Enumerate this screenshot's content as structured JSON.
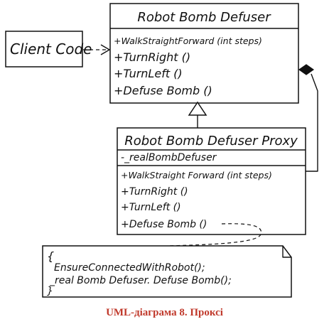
{
  "client": {
    "label": "Client Code"
  },
  "subject": {
    "title": "Robot Bomb Defuser",
    "methods": [
      "+WalkStraightForward (int steps)",
      "+TurnRight ()",
      "+TurnLeft ()",
      "+Defuse Bomb ()"
    ]
  },
  "proxy": {
    "title": "Robot Bomb Defuser Proxy",
    "fields": [
      "-_realBombDefuser"
    ],
    "methods": [
      "+WalkStraight Forward (int steps)",
      "+TurnRight ()",
      "+TurnLeft ()",
      "+Defuse Bomb ()"
    ]
  },
  "note": {
    "lines": [
      "{",
      "EnsureConnectedWithRobot();",
      "_real Bomb Defuser. Defuse Bomb();",
      "}"
    ]
  },
  "caption": "UML-діаграма 8. Проксі"
}
